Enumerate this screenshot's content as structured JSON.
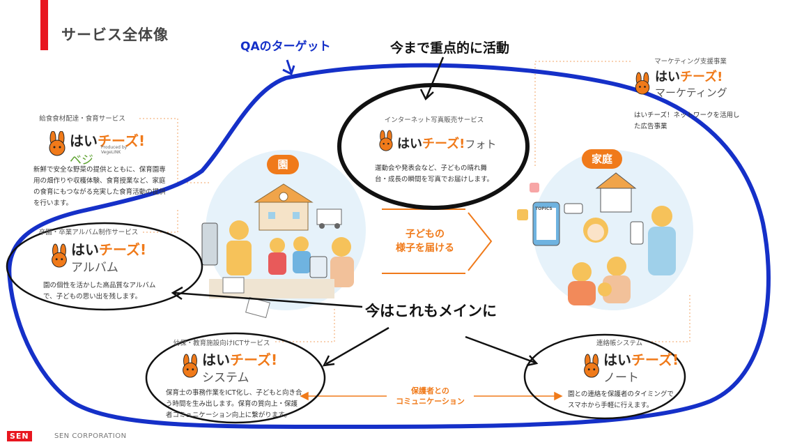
{
  "page_title": "サービス全体像",
  "annotations": {
    "qa_target": "QAのターゲット",
    "focus_note": "今まで重点的に活動",
    "main_note": "今はこれもメインに"
  },
  "center": {
    "en_badge": "園",
    "katei_badge": "家庭",
    "deliver_text": "子どもの\n様子を届ける",
    "comm_text": "保護者との\nコミュニケーション"
  },
  "brand": {
    "hai": "はい",
    "cheese": "チーズ!"
  },
  "services": {
    "vege": {
      "label": "給食食材配達・食育サービス",
      "sub": "ベジ",
      "produced": "Produced by VegeLINK",
      "desc": "新鮮で安全な野菜の提供とともに、保育園専用の畑作りや収穫体験、食育授業など、家庭の食育にもつながる充実した食育活動の提供を行います。"
    },
    "photo": {
      "label": "インターネット写真販売サービス",
      "sub": "フォト",
      "desc": "運動会や発表会など、子どもの晴れ舞台・成長の瞬間を写真でお届けします。"
    },
    "marketing": {
      "label": "マーケティング支援事業",
      "sub": "マーケティング",
      "desc": "はいチーズ！ネットワークを活用した広告事業"
    },
    "album": {
      "label": "卒園・卒業アルバム制作サービス",
      "sub": "アルバム",
      "desc": "園の個性を活かした高品質なアルバムで、子どもの思い出を残します。"
    },
    "system": {
      "label": "幼保・教育施設向けICTサービス",
      "sub": "システム",
      "desc": "保育士の事務作業をICT化し、子どもと向き合う時間を生み出します。保育の質向上・保護者コミュニケーション向上に繋がります。"
    },
    "note": {
      "label": "連絡帳システム",
      "sub": "ノート",
      "desc": "園との連絡を保護者のタイミングでスマホから手軽に行えます。"
    }
  },
  "illustration": {
    "topics": "TOPICS"
  },
  "footer": {
    "logo": "SEN",
    "company": "SEN CORPORATION"
  },
  "colors": {
    "accent_orange": "#f07a1a",
    "qa_blue": "#1530c8",
    "brand_red": "#e8161f"
  }
}
